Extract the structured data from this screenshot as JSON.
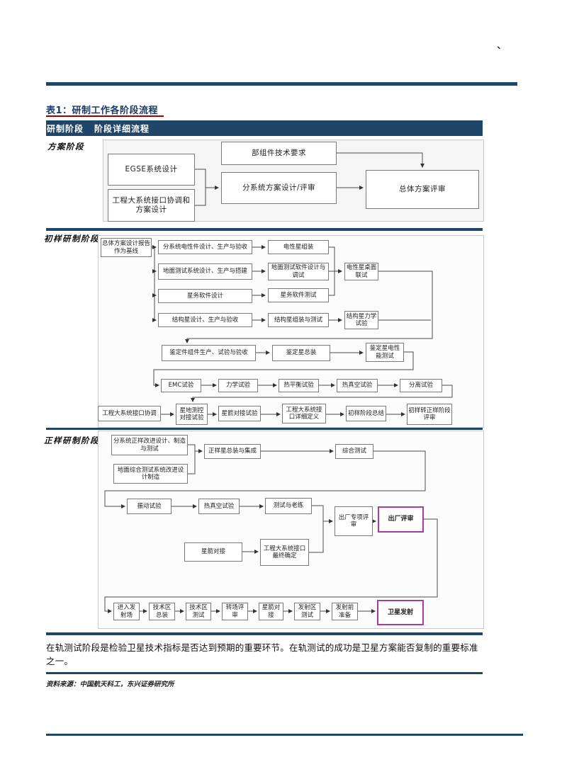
{
  "page": {
    "stray_mark": "`"
  },
  "colors": {
    "navy": "#1F4568",
    "title_navy": "#1B3A63",
    "red_rule": "#9A0000",
    "magenta_accent": "#A93AA0"
  },
  "table": {
    "title": "表1：研制工作各阶段流程",
    "header": {
      "col_phase": "研制阶段",
      "col_flow": "阶段详细流程"
    },
    "note": "在轨测试阶段是检验卫星技术指标是否达到预期的重要环节。在轨测试的成功是卫星方案能否复制的重要标准之一。",
    "source": "资料来源：中国航天科工，东兴证券研究所"
  },
  "phases": [
    {
      "label": "方案阶段",
      "nodes": {
        "egse": "EGSE系统设计",
        "daxitong": "工程大系统接口协调和方案设计",
        "buzujian": "部组件技术要求",
        "fenxitong": "分系统方案设计/评审",
        "zongti": "总体方案评审"
      }
    },
    {
      "label": "初样研制阶段",
      "nodes": {
        "baseline": "总体方案设计报告作为基线",
        "dianxing_design": "分系统电性件设计、生产与验收",
        "dimian_design": "地面测试系统设计、生产与搭建",
        "xingwu_design": "星务软件设计",
        "jiegou_design": "结构星设计、生产与验收",
        "dianxing_assy": "电性星组装",
        "dimian_soft": "地面测试软件设计与调试",
        "xingwu_test": "星务软件测试",
        "desktop": "电性星桌面联试",
        "jiegou_assy": "结构星组装与测试",
        "jiegou_force": "结构星力学试验",
        "jianding_parts": "鉴定件组件生产、试验与验收",
        "jianding_assy": "鉴定星总装",
        "jianding_elec": "鉴定星电性能测试",
        "emc": "EMC试验",
        "lixue": "力学试验",
        "repingheng": "热平衡试验",
        "rezhenkong": "热真空试验",
        "fenli": "分离试验",
        "jiekou_xietiao": "工程大系统接口协调",
        "xingdi": "星地测控对接试验",
        "xingjian": "星箭对接试验",
        "jiekou_dingyi": "工程大系统接口详细定义",
        "zongjie": "初样阶段总结",
        "pingshen": "初样转正样阶段评审"
      }
    },
    {
      "label": "正样研制阶段",
      "nodes": {
        "gaijin": "分系统正样改进设计、制造与测试",
        "dimian_gaijin": "地面综合测试系统改进设计制造",
        "zongzhuang": "正样星总装与集成",
        "zonghe": "综合测试",
        "zhendong": "振动试验",
        "rezhenkong": "热真空试验",
        "laolian": "测试与老练",
        "chuchang_zhuanxiang": "出厂专项评审",
        "chuchang": "出厂评审",
        "xingjian": "星箭对接",
        "jiekou_final": "工程大系统接口最终确定",
        "jinru": "进入发射场",
        "jishu_zongzhuang": "技术区总装",
        "jishu_ceshi": "技术区测试",
        "zhuanchang": "转场评审",
        "xingjian_dock": "星箭对接",
        "fashequ": "发射区测试",
        "fasheqian": "发射前准备",
        "weixing": "卫星发射"
      }
    }
  ]
}
